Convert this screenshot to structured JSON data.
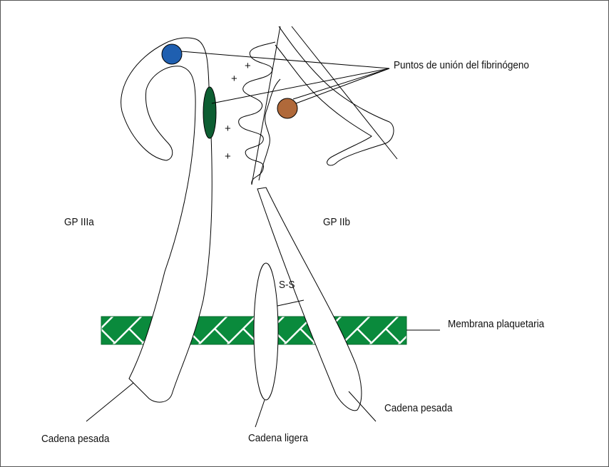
{
  "labels": {
    "binding_sites": "Puntos de unión del fibrinógeno",
    "gp_iiia": "GP IIIa",
    "gp_iib": "GP IIb",
    "disulfide": "S-S",
    "membrane": "Membrana plaquetaria",
    "heavy_chain_left": "Cadena pesada",
    "light_chain": "Cadena ligera",
    "heavy_chain_right": "Cadena pesada",
    "plus": "+"
  },
  "colors": {
    "membrane_green": "#0a8a3c",
    "site_blue": "#1f5fb0",
    "site_dark_green": "#0d5e32",
    "site_brown": "#b0693a"
  }
}
